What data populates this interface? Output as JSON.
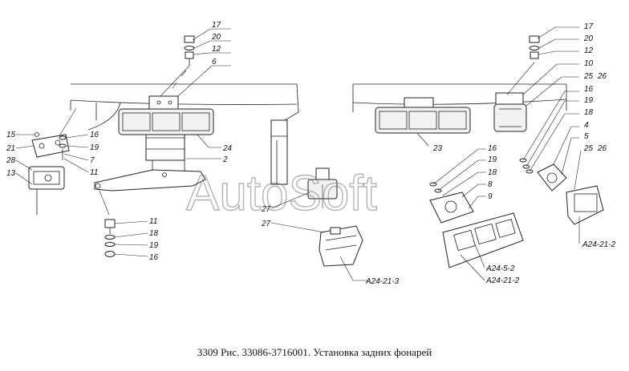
{
  "caption": "3309 Рис. 33086-3716001. Установка задних фонарей",
  "watermark": "AutoSoft",
  "callouts": {
    "c17a": "17",
    "c20a": "20",
    "c12a": "12",
    "c6": "6",
    "c15": "15",
    "c21": "21",
    "c28": "28",
    "c13": "13",
    "c16a": "16",
    "c19a": "19",
    "c7": "7",
    "c11a": "11",
    "c24": "24",
    "c2": "2",
    "c11b": "11",
    "c18a": "18",
    "c19b": "19",
    "c16b": "16",
    "c27a": "27",
    "c27b": "27",
    "c23": "23",
    "a24_21_3": "А24-21-3",
    "c17b": "17",
    "c20b": "20",
    "c12b": "12",
    "c10": "10",
    "c25a": "25",
    "c26a": "26",
    "c16c": "16",
    "c19c": "19",
    "c18b": "18",
    "c4": "4",
    "c5": "5",
    "c25b": "25",
    "c26b": "26",
    "c16d": "16",
    "c19d": "19",
    "c18c": "18",
    "c8": "8",
    "c9": "9",
    "a24_5_2": "А24-5-2",
    "a24_21_2a": "А24-21-2",
    "a24_21_2b": "А24-21-2"
  }
}
